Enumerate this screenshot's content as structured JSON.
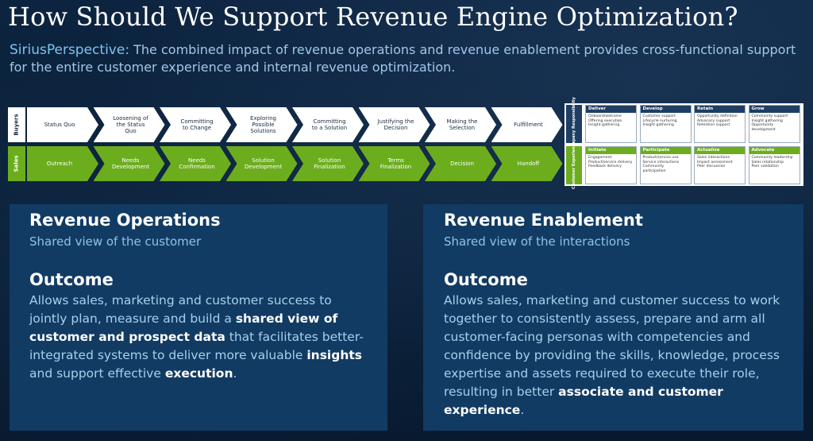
{
  "title": "How Should We Support Revenue Engine Optimization?",
  "subtitle": {
    "label": "SiriusPerspective:",
    "text": "The combined impact of revenue operations and revenue enablement provides cross-functional support for the entire customer experience and internal revenue optimization."
  },
  "flow": {
    "buyers_label": "Buyers",
    "sales_label": "Sales",
    "buyers": [
      "Status Quo",
      "Loosening of the Status Quo",
      "Committing to Change",
      "Exploring Possible Solutions",
      "Committing to a Solution",
      "Justifying the Decision",
      "Making the Selection",
      "Fulfillment"
    ],
    "sales": [
      "Outreach",
      "Needs Development",
      "Needs Confirmation",
      "Solution Development",
      "Solution Finalization",
      "Terms Finalization",
      "Decision",
      "Handoff"
    ]
  },
  "grid": {
    "top_label": "Company Responsibility",
    "bottom_label": "Customer Experience",
    "top": [
      {
        "head": "Deliver",
        "items": [
          "Onboard/welcome",
          "Offering execution",
          "Insight gathering"
        ]
      },
      {
        "head": "Develop",
        "items": [
          "Customer support",
          "Lifecycle nurturing",
          "Insight gathering"
        ]
      },
      {
        "head": "Retain",
        "items": [
          "Opportunity definition",
          "Advocacy support",
          "Retention support"
        ]
      },
      {
        "head": "Grow",
        "items": [
          "Community support",
          "Insight gathering",
          "Opportunity development"
        ]
      }
    ],
    "bottom": [
      {
        "head": "Initiate",
        "items": [
          "Engagement",
          "Product/service delivery",
          "Feedback delivery"
        ]
      },
      {
        "head": "Participate",
        "items": [
          "Product/service use",
          "Service interactions",
          "Community participation"
        ]
      },
      {
        "head": "Actualize",
        "items": [
          "Sales interactions",
          "Impact assessment",
          "Peer discussion"
        ]
      },
      {
        "head": "Advocate",
        "items": [
          "Community leadership",
          "Sales relationship",
          "Peer validation"
        ]
      }
    ]
  },
  "left_panel": {
    "heading": "Revenue Operations",
    "sub": "Shared view of the customer",
    "outcome": "Outcome",
    "p1": "Allows sales, marketing and customer success to jointly plan, measure and build a ",
    "b1": "shared view of customer and prospect data",
    "p2": " that facilitates better-integrated systems to deliver more valuable ",
    "b2": "insights",
    "p3": " and support effective ",
    "b3": "execution",
    "p4": "."
  },
  "right_panel": {
    "heading": "Revenue Enablement",
    "sub": "Shared view of the interactions",
    "outcome": "Outcome",
    "p1": "Allows sales, marketing and customer success to work together to consistently assess, prepare and arm all customer-facing personas with competencies and confidence by providing the skills, knowledge, process expertise and assets required to execute their role, resulting in better ",
    "b1": "associate and customer experience",
    "p2": "."
  },
  "colors": {
    "green": "#6cad1e",
    "navy": "#1f3e63",
    "panel": "#123b63"
  }
}
